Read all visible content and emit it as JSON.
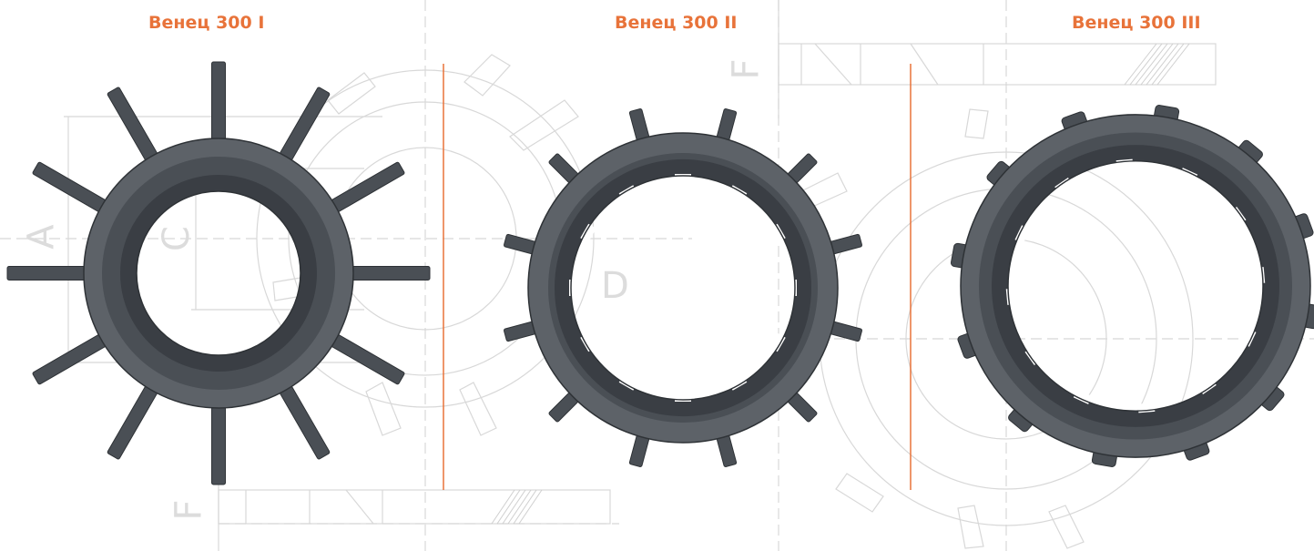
{
  "products": [
    {
      "title": "Венец 300 I",
      "teeth": 12,
      "variant": "long-teeth"
    },
    {
      "title": "Венец 300 II",
      "teeth": 12,
      "variant": "short-teeth"
    },
    {
      "title": "Венец 300 III",
      "teeth": 12,
      "variant": "stub-teeth"
    }
  ],
  "dimensions": {
    "a": "A",
    "c": "C",
    "d": "D",
    "f1": "F",
    "f2": "F"
  },
  "colors": {
    "accent": "#e8733a",
    "ring": "#4a4f55",
    "ring_light": "#62676d",
    "ring_dark": "#2e3236",
    "drawing": "#d8d8d8",
    "background": "#ffffff"
  }
}
